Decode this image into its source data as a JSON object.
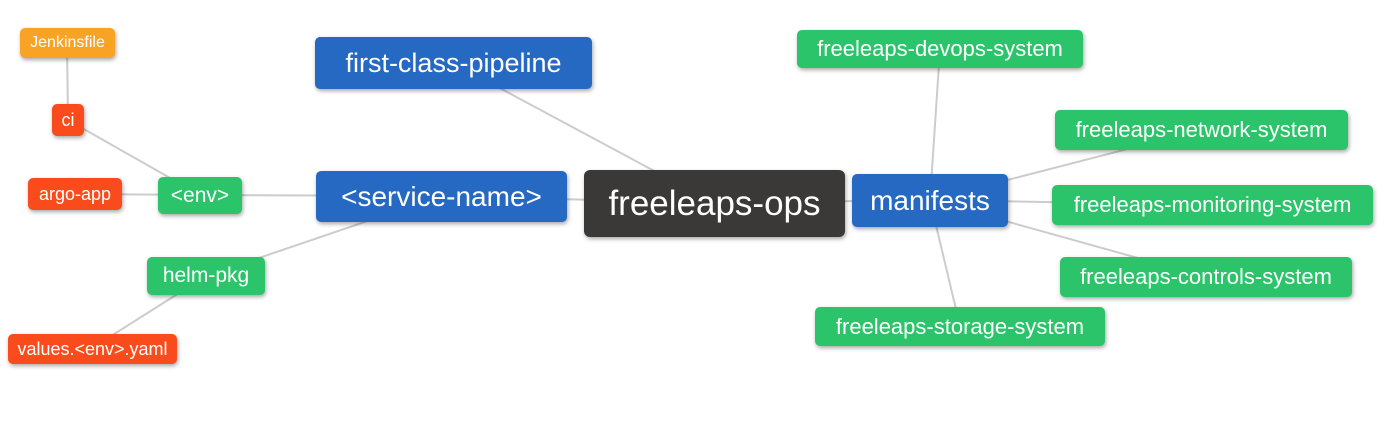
{
  "palette": {
    "background": "#ffffff",
    "line": "#cccccc",
    "text": "#ffffff",
    "dark": "#3b3838",
    "blue": "#2569c2",
    "green": "#2bc46a",
    "red": "#fa4b1c",
    "amber": "#f9a325"
  },
  "mindmap": {
    "root_label": "freeleaps-ops",
    "nodes": [
      {
        "id": "jenkinsfile",
        "label": "Jenkinsfile",
        "color": "amber"
      },
      {
        "id": "ci",
        "label": "ci",
        "color": "red"
      },
      {
        "id": "argo-app",
        "label": "argo-app",
        "color": "red"
      },
      {
        "id": "env",
        "label": "<env>",
        "color": "green"
      },
      {
        "id": "helm-pkg",
        "label": "helm-pkg",
        "color": "green"
      },
      {
        "id": "values-env-yaml",
        "label": "values.<env>.yaml",
        "color": "red"
      },
      {
        "id": "first-class-pipeline",
        "label": "first-class-pipeline",
        "color": "blue"
      },
      {
        "id": "service-name",
        "label": "<service-name>",
        "color": "blue"
      },
      {
        "id": "freeleaps-ops",
        "label": "freeleaps-ops",
        "color": "dark"
      },
      {
        "id": "manifests",
        "label": "manifests",
        "color": "blue"
      },
      {
        "id": "freeleaps-devops-system",
        "label": "freeleaps-devops-system",
        "color": "green"
      },
      {
        "id": "freeleaps-network-system",
        "label": "freeleaps-network-system",
        "color": "green"
      },
      {
        "id": "freeleaps-monitoring-system",
        "label": "freeleaps-monitoring-system",
        "color": "green"
      },
      {
        "id": "freeleaps-controls-system",
        "label": "freeleaps-controls-system",
        "color": "green"
      },
      {
        "id": "freeleaps-storage-system",
        "label": "freeleaps-storage-system",
        "color": "green"
      }
    ],
    "edges": [
      [
        "jenkinsfile",
        "ci"
      ],
      [
        "ci",
        "env"
      ],
      [
        "argo-app",
        "env"
      ],
      [
        "env",
        "service-name"
      ],
      [
        "helm-pkg",
        "service-name"
      ],
      [
        "values-env-yaml",
        "helm-pkg"
      ],
      [
        "first-class-pipeline",
        "freeleaps-ops"
      ],
      [
        "service-name",
        "freeleaps-ops"
      ],
      [
        "manifests",
        "freeleaps-ops"
      ],
      [
        "freeleaps-devops-system",
        "manifests"
      ],
      [
        "freeleaps-network-system",
        "manifests"
      ],
      [
        "freeleaps-monitoring-system",
        "manifests"
      ],
      [
        "freeleaps-controls-system",
        "manifests"
      ],
      [
        "freeleaps-storage-system",
        "manifests"
      ]
    ]
  }
}
